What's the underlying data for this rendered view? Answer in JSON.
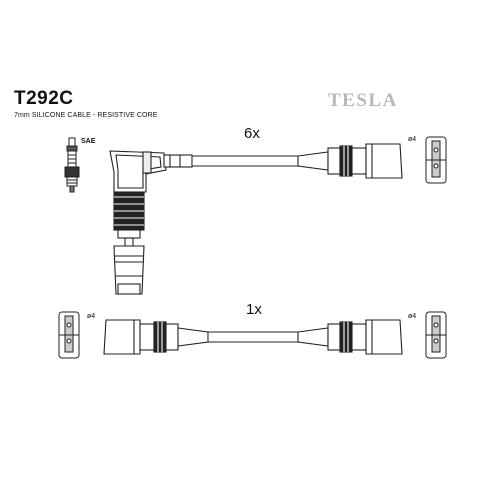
{
  "part_number": "T292C",
  "cable_spec": "7mm SILICONE CABLE - RESISTIVE CORE",
  "brand": "TESLA",
  "spark_plug_label": "SAE",
  "lead_top": {
    "quantity": "6x",
    "end_label": "ø4"
  },
  "lead_bottom": {
    "quantity": "1x",
    "left_end_label": "ø4",
    "right_end_label": "ø4"
  }
}
